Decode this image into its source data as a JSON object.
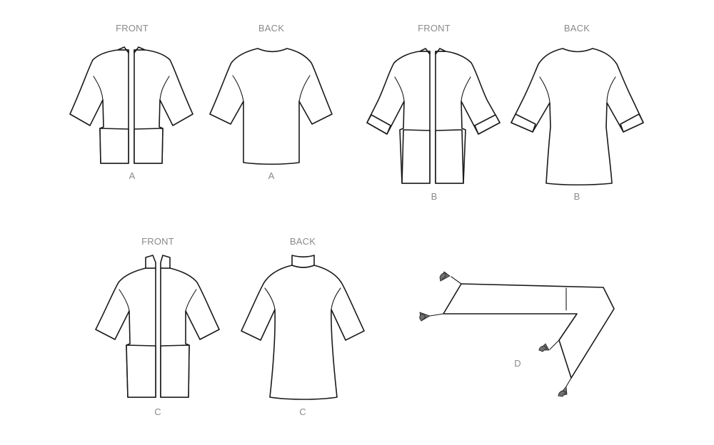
{
  "views": {
    "a_front": {
      "label": "FRONT",
      "caption": "A"
    },
    "a_back": {
      "label": "BACK",
      "caption": "A"
    },
    "b_front": {
      "label": "FRONT",
      "caption": "B"
    },
    "b_back": {
      "label": "BACK",
      "caption": "B"
    },
    "c_front": {
      "label": "FRONT",
      "caption": "C"
    },
    "c_back": {
      "label": "BACK",
      "caption": "C"
    },
    "d_belt": {
      "caption": "D"
    }
  }
}
